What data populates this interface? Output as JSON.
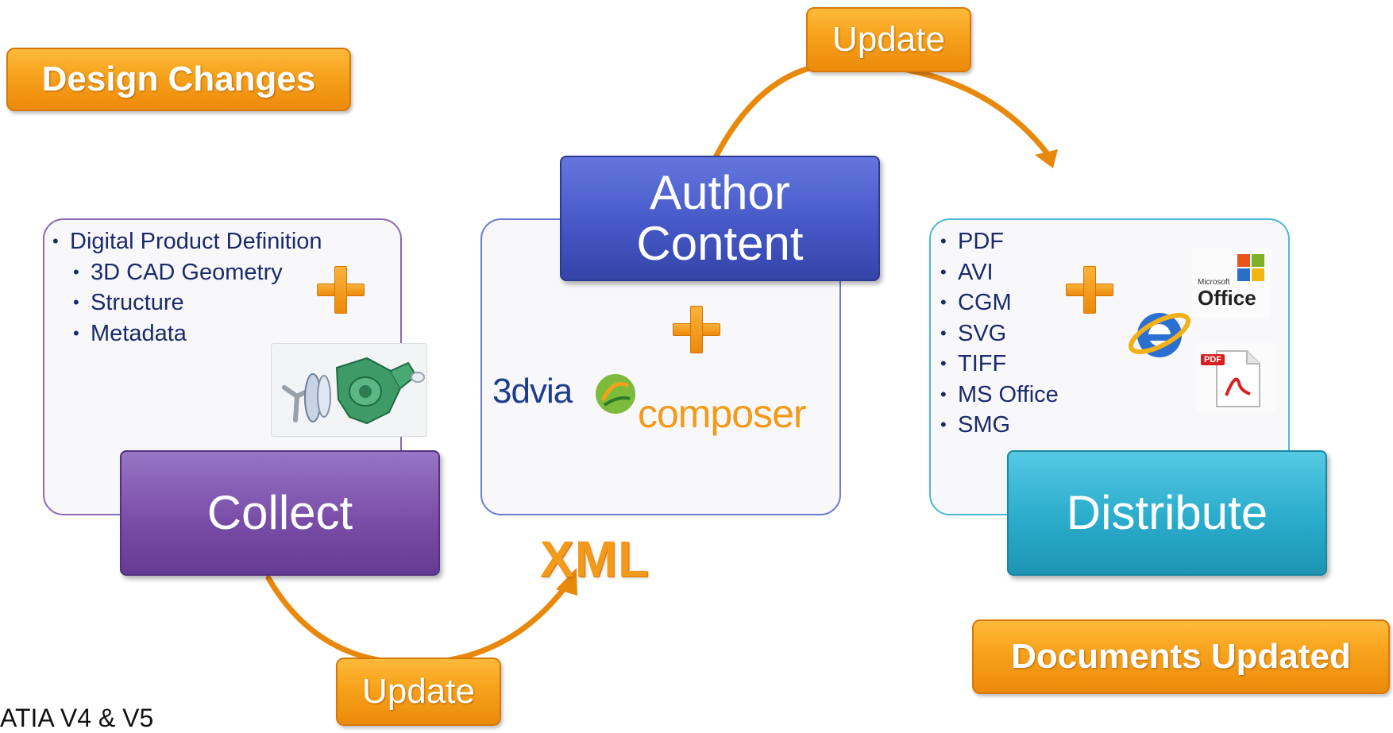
{
  "labels": {
    "design_changes": "Design Changes",
    "update_top": "Update",
    "update_bottom": "Update",
    "documents_updated": "Documents Updated"
  },
  "stages": {
    "collect": "Collect",
    "author_line1": "Author",
    "author_line2": "Content",
    "distribute": "Distribute"
  },
  "collect_panel": {
    "items": [
      {
        "text": "Digital Product Definition",
        "level": 0
      },
      {
        "text": "3D CAD Geometry",
        "level": 1
      },
      {
        "text": "Structure",
        "level": 1
      },
      {
        "text": "Metadata",
        "level": 1
      }
    ]
  },
  "author_panel": {
    "logo_part1": "3dvia",
    "logo_part2": "composer",
    "xml_label": "XML"
  },
  "distribute_panel": {
    "formats": [
      "PDF",
      "AVI",
      "CGM",
      "SVG",
      "TIFF",
      "MS Office",
      "SMG"
    ],
    "office_logo_text": "Office",
    "ms_small_text": "Microsoft",
    "pdf_logo_text": "PDF"
  },
  "footer_text": "ATIA V4 & V5",
  "colors": {
    "orange": "#f7a21b",
    "purple": "#7a4ea8",
    "blue": "#3b52c4",
    "cyan": "#2aaccb"
  }
}
